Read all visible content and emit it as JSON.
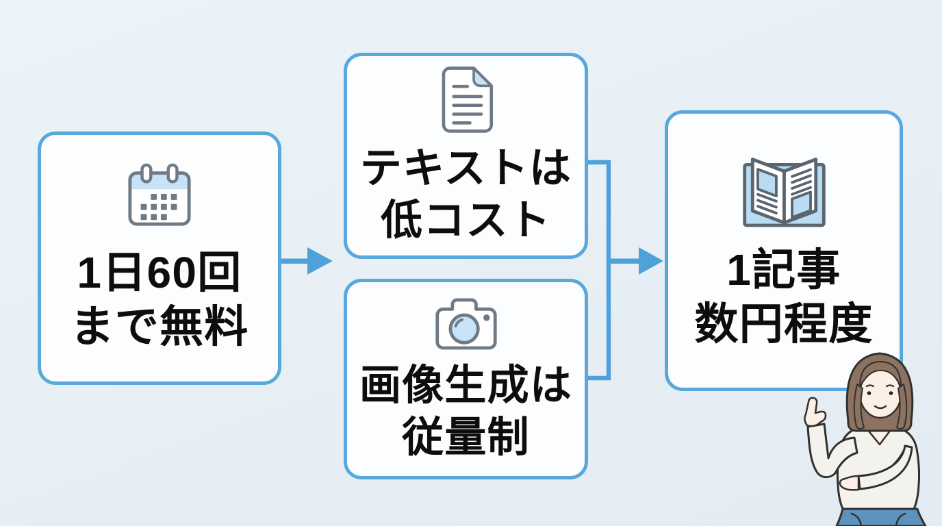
{
  "colors": {
    "background": "#E8F0F6",
    "card_background": "#FCFDFE",
    "card_border": "#58A8DC",
    "arrow": "#4FA2D9",
    "text": "#0D0D0D",
    "icon_stroke": "#6E7B87",
    "icon_blue_fill": "#C7E4F6",
    "hair": "#8D7261",
    "skin": "#FCEFE6",
    "sweater": "#F4F2EC",
    "skirt": "#5D92BE"
  },
  "cards": [
    {
      "name": "daily-free-quota",
      "icon": "calendar-icon",
      "lines": [
        "1日60回",
        "まで無料"
      ]
    },
    {
      "name": "text-low-cost",
      "icon": "document-icon",
      "lines": [
        "テキストは",
        "低コスト"
      ]
    },
    {
      "name": "image-generation-metered",
      "icon": "camera-icon",
      "lines": [
        "画像生成は",
        "従量制"
      ]
    },
    {
      "name": "per-article-cost",
      "icon": "book-icon",
      "lines": [
        "1記事",
        "数円程度"
      ]
    }
  ],
  "illustration": {
    "name": "pointing-woman"
  }
}
